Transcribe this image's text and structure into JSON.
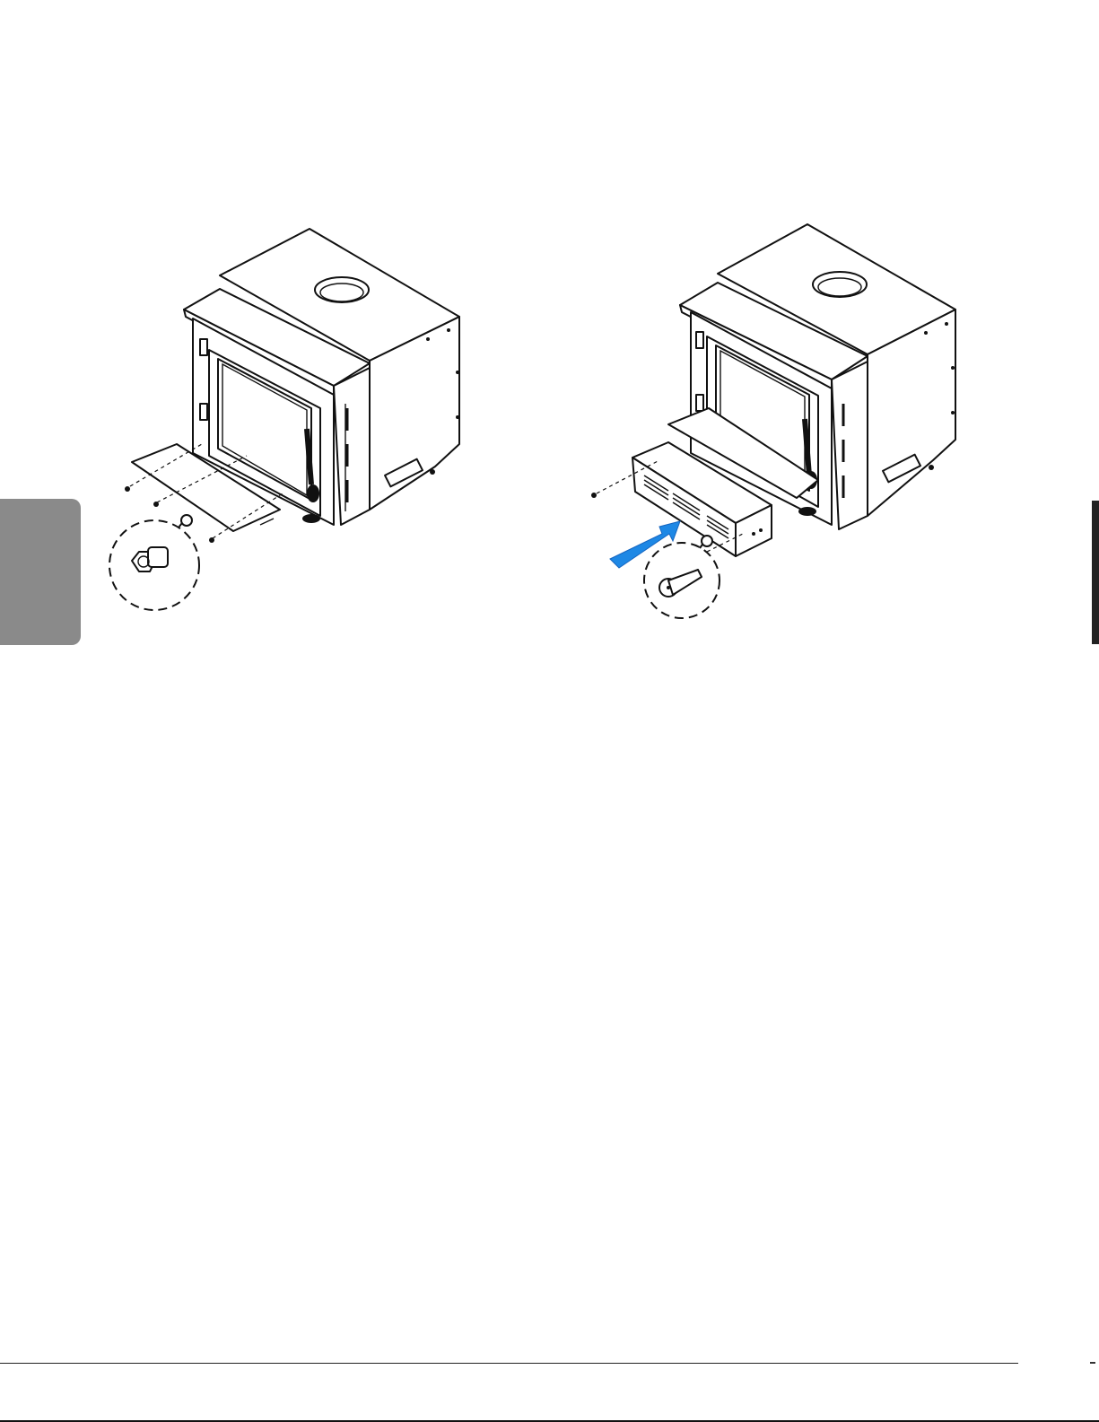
{
  "page": {
    "figures": [
      {
        "name": "remove-ash-lip-cover",
        "detail": "hex-head-bolt"
      },
      {
        "name": "install-blower-assembly",
        "detail": "pan-head-screw"
      }
    ],
    "colors": {
      "tab": "#8a8a8a",
      "arrow": "#1e88e5",
      "line": "#111111"
    }
  }
}
